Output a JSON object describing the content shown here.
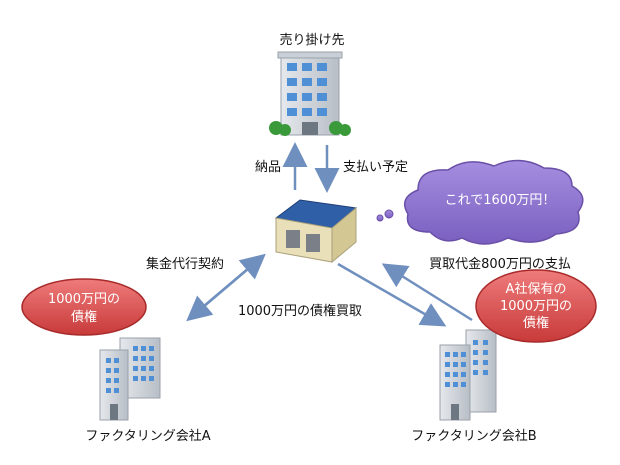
{
  "nodes": {
    "customer": {
      "label": "売り掛け先"
    },
    "warehouse": {
      "label": ""
    },
    "factoring_a": {
      "label": "ファクタリング会社A"
    },
    "factoring_b": {
      "label": "ファクタリング会社B"
    }
  },
  "edges": {
    "delivery": "納品",
    "payment_schedule": "支払い予定",
    "collection_contract": "集金代行契約",
    "claim_purchase": "1000万円の債権買取",
    "purchase_payment": "買取代金800万円の支払"
  },
  "bubbles": {
    "thought": "これで1600万円！",
    "claim_a": [
      "1000万円の",
      "債権"
    ],
    "claim_b": [
      "A社保有の",
      "1000万円の",
      "債権"
    ]
  },
  "colors": {
    "arrow": "#6f8fbf",
    "cloud_fill": "#8a6fc7",
    "cloud_stroke": "#6a4fa7",
    "red_bubble": "#d24a4a",
    "red_bubble_dark": "#a82a2a",
    "building_blue": "#2f5fa7",
    "building_gray": "#c9cfd6"
  }
}
